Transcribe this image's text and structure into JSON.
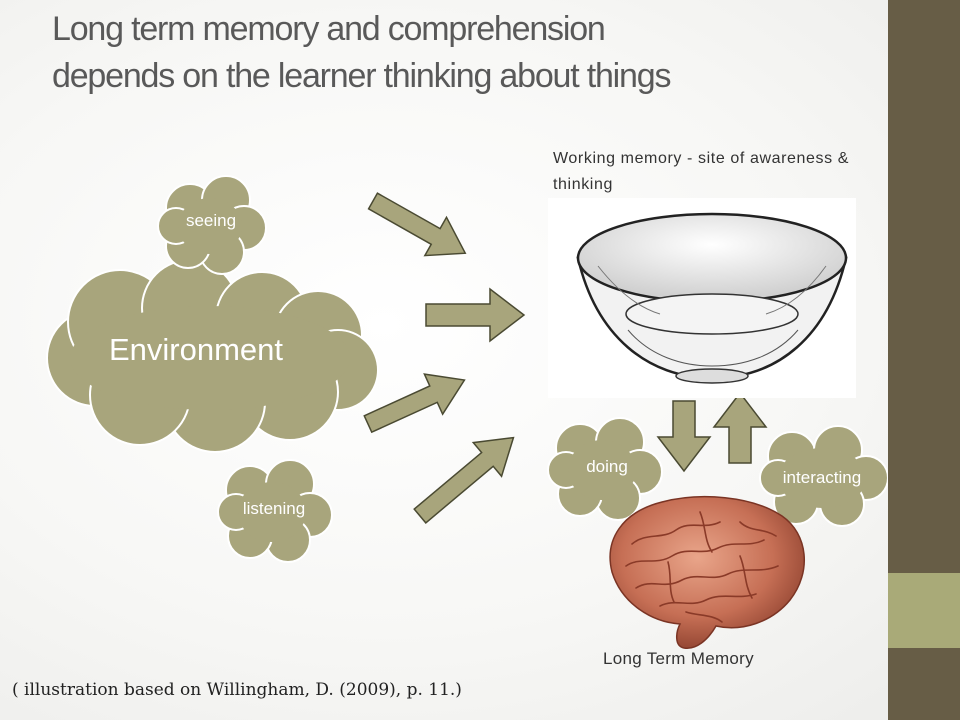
{
  "slide": {
    "title": "Long term memory and comprehension depends on the learner thinking about things",
    "working_memory_label": "Working memory - site of awareness & thinking",
    "long_term_memory_label": "Long Term Memory",
    "citation": "( illustration based on Willingham, D. (2009), p. 11.)"
  },
  "clouds": {
    "environment": "Environment",
    "seeing": "seeing",
    "listening": "listening",
    "doing": "doing",
    "interacting": "interacting"
  },
  "colors": {
    "cloud_fill": "#a8a57c",
    "cloud_stroke": "#ffffff",
    "arrow_fill": "#a8a57c",
    "arrow_stroke": "#4a4a32",
    "sidebar": "#675d46",
    "sidebar_accent": "#a9aa78"
  }
}
